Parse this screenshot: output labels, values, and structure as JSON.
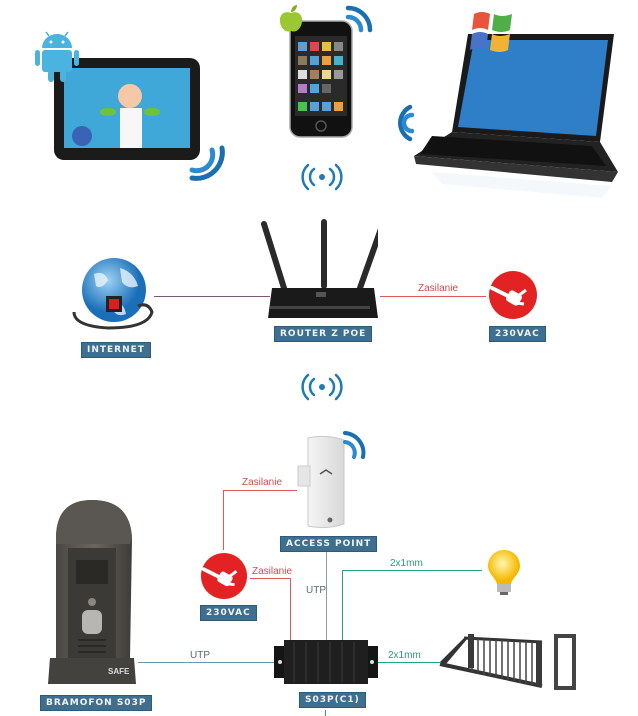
{
  "devices": {
    "tablet": {
      "os": "android-icon"
    },
    "phone": {
      "os": "apple-icon"
    },
    "laptop": {
      "os": "windows-icon"
    }
  },
  "labels": {
    "internet": "INTERNET",
    "router": "ROUTER Z POE",
    "power_top": "230VAC",
    "access_point": "ACCESS POINT",
    "power_bottom": "230VAC",
    "intercom": "BRAMOFON S03P",
    "controller": "S03P(C1)"
  },
  "wires": {
    "router_power": "Zasilanie",
    "ap_power": "Zasilanie",
    "controller_power": "Zasilanie",
    "ap_utp": "UTP",
    "intercom_utp": "UTP",
    "lamp_wire": "2x1mm",
    "gate_wire": "2x1mm"
  },
  "colors": {
    "label_bg": "#3f6f8f",
    "power_red": "#e32323",
    "wire_red": "#e0575a",
    "wire_green": "#26a383",
    "wifi_blue": "#1a6fb0"
  }
}
